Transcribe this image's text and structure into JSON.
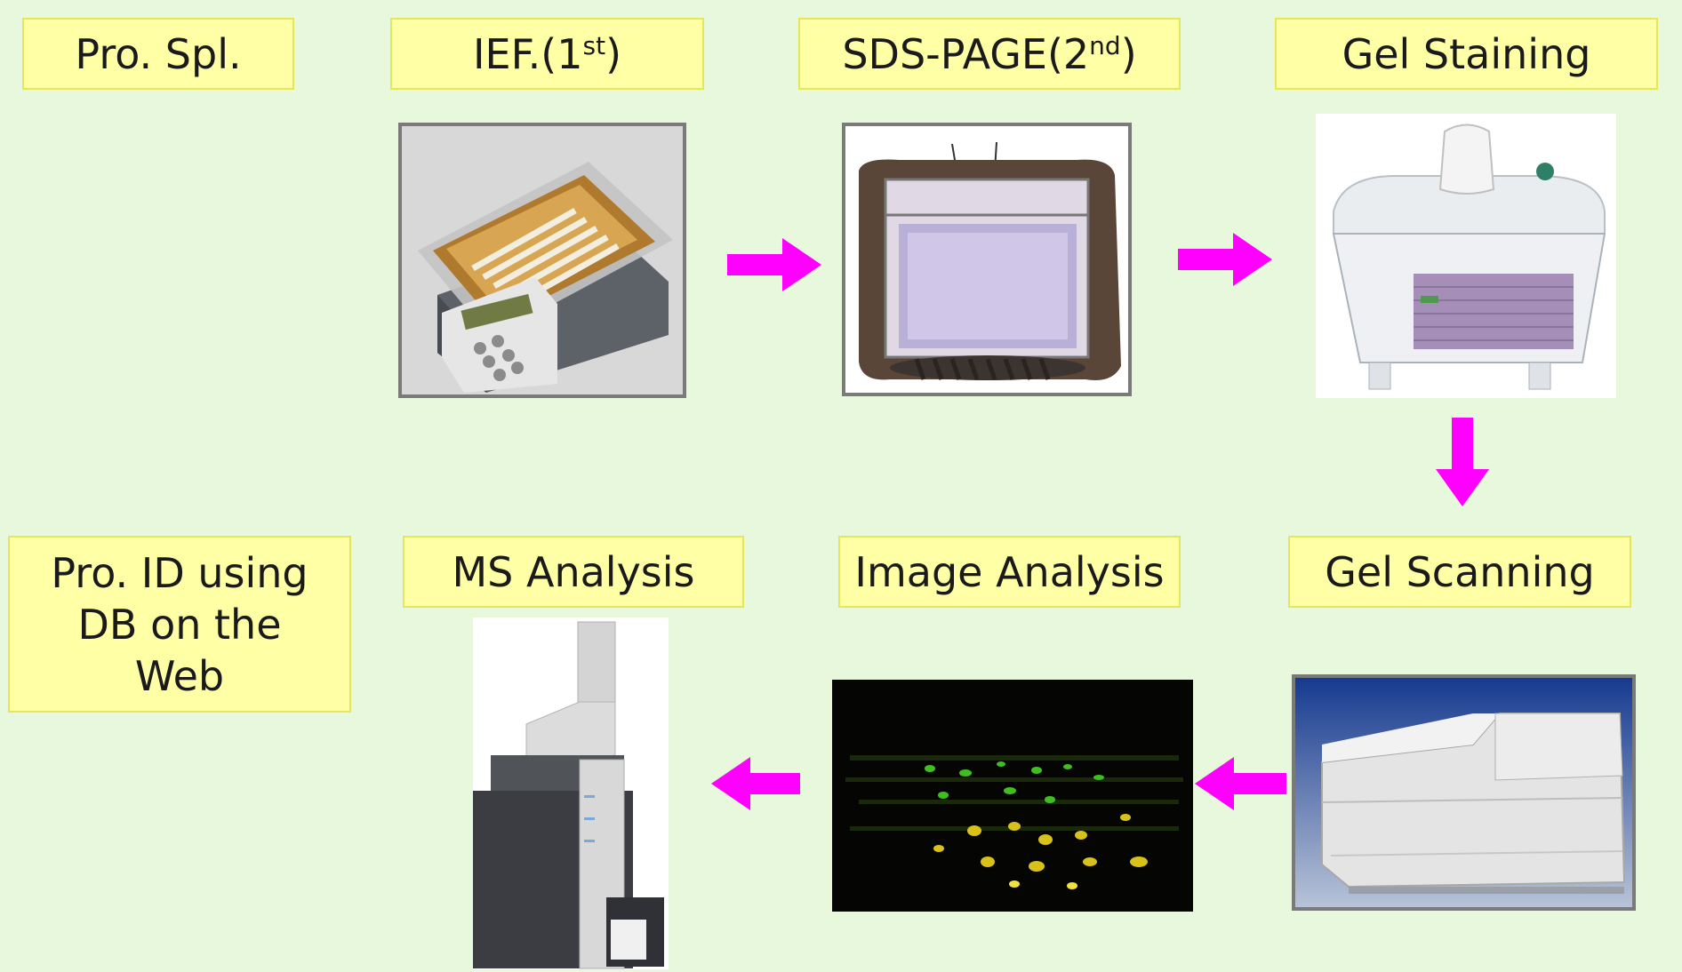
{
  "steps": {
    "pro_spl": "Pro. Spl.",
    "ief": {
      "text": "IEF.(1",
      "sup": "st",
      "close": ")"
    },
    "sds": {
      "text": "SDS-PAGE(2",
      "sup": "nd",
      "close": ")"
    },
    "gel_staining": "Gel Staining",
    "gel_scanning": "Gel Scanning",
    "image_analysis": "Image Analysis",
    "ms_analysis": "MS Analysis",
    "pro_id": {
      "line1": "Pro. ID using",
      "line2": "DB on the",
      "line3": "Web"
    }
  },
  "colors": {
    "background": "#e8f8dc",
    "label_fill": "#ffffa6",
    "label_border": "#e6e65a",
    "arrow": "#ff00ff",
    "frame": "#7a7a7a"
  },
  "icons": [
    "ief-instrument-icon",
    "sds-page-tank-icon",
    "gel-staining-tank-icon",
    "gel-scanner-icon",
    "2d-gel-image-icon",
    "mass-spectrometer-icon"
  ]
}
